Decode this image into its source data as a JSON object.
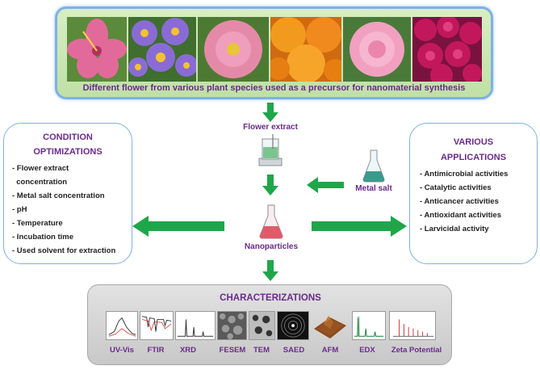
{
  "colors": {
    "accent_purple": "#6a2a8c",
    "arrow_green": "#1fa64a",
    "panel_green": "#cde8b6",
    "panel_border_blue": "#7fb1e3",
    "panel_grey": "#d4d4d4"
  },
  "flowers": {
    "caption": "Different flower from various plant species used as a precursor for nanomaterial synthesis",
    "photos": [
      {
        "name": "hibiscus",
        "color": "#e26a9a"
      },
      {
        "name": "aster",
        "color": "#8a6bd6"
      },
      {
        "name": "wild-rose",
        "color": "#e48aa8"
      },
      {
        "name": "marigold",
        "color": "#f08a1e"
      },
      {
        "name": "rose",
        "color": "#f2a0c0"
      },
      {
        "name": "crape-myrtle",
        "color": "#c2185b"
      }
    ]
  },
  "center": {
    "flower_extract_label": "Flower extract",
    "metal_salt_label": "Metal salt",
    "nanoparticles_label": "Nanoparticles"
  },
  "condition": {
    "title_line1": "CONDITION",
    "title_line2": "OPTIMIZATIONS",
    "items": [
      "- Flower extract",
      "  concentration",
      "- Metal salt concentration",
      "- pH",
      "- Temperature",
      "- Incubation time",
      "- Used solvent for extraction"
    ]
  },
  "applications": {
    "title_line1": "VARIOUS",
    "title_line2": "APPLICATIONS",
    "items": [
      "- Antimicrobial activities",
      "- Catalytic activities",
      "- Anticancer activities",
      "- Antioxidant activities",
      "- Larvicidal activity"
    ]
  },
  "characterization": {
    "title": "CHARACTERIZATIONS",
    "techniques": [
      "UV-Vis",
      "FTIR",
      "XRD",
      "FESEM",
      "TEM",
      "SAED",
      "AFM",
      "EDX",
      "Zeta Potential"
    ]
  }
}
